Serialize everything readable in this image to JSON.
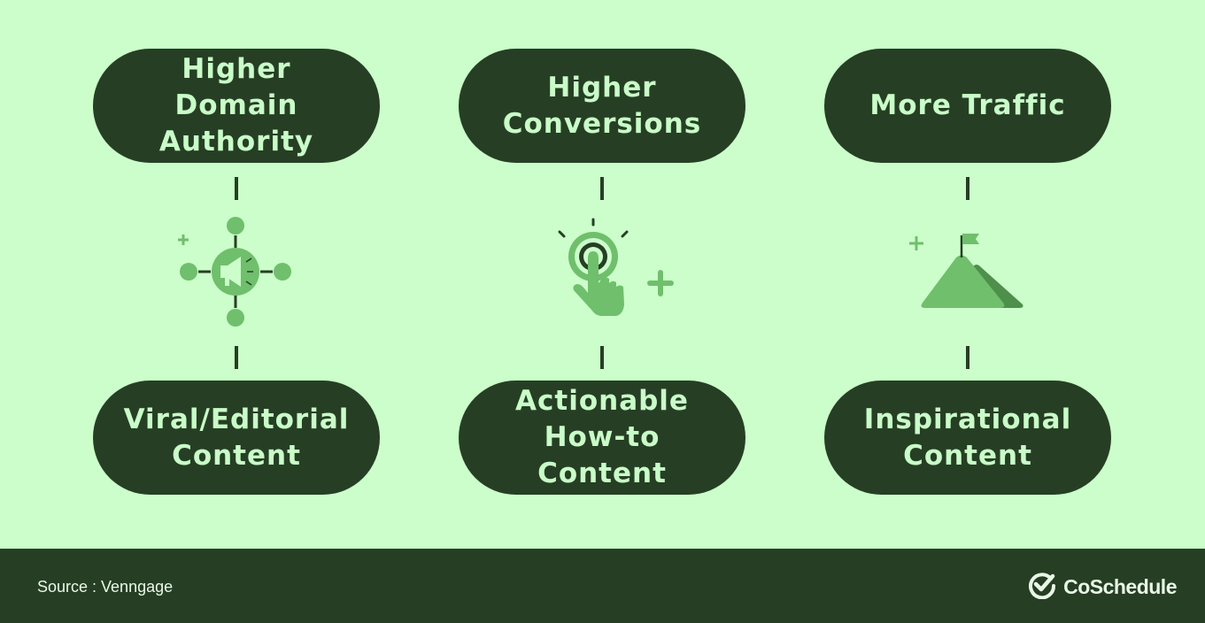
{
  "columns": [
    {
      "top_label": "Higher Domain\nAuthority",
      "bottom_label": "Viral/Editorial\nContent",
      "icon": "megaphone-network-icon"
    },
    {
      "top_label": "Higher\nConversions",
      "bottom_label": "Actionable\nHow-to Content",
      "icon": "click-hand-icon"
    },
    {
      "top_label": "More Traffic",
      "bottom_label": "Inspirational\nContent",
      "icon": "mountain-flag-icon"
    }
  ],
  "footer": {
    "source": "Source : Venngage",
    "brand": "CoSchedule",
    "brand_icon": "checkmark-circle-icon"
  },
  "colors": {
    "background": "#ccfecb",
    "dark": "#263f24",
    "pill_text": "#c9fcc8",
    "icon_green": "#6fbf6c",
    "icon_dark_green": "#4e8f4c"
  }
}
